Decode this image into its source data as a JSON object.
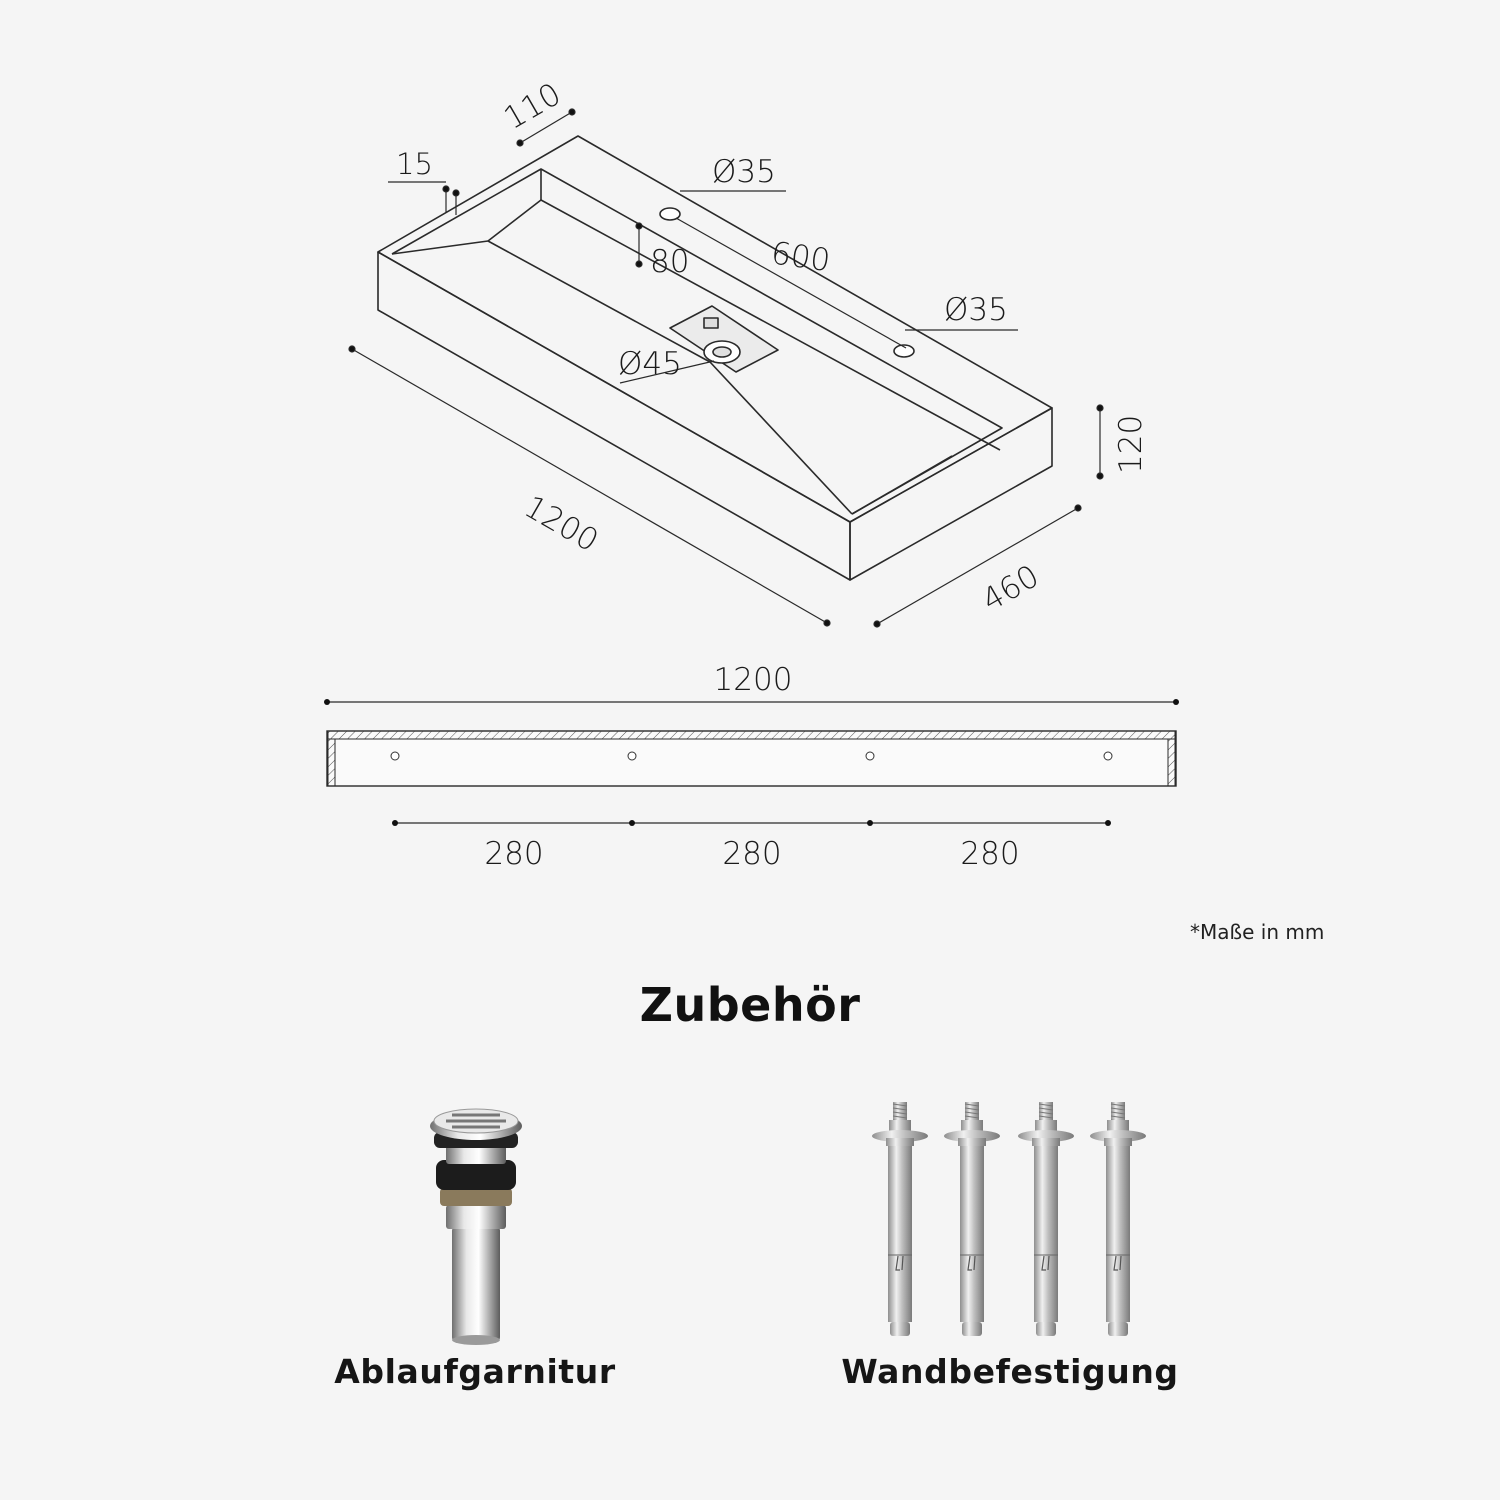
{
  "dimensions": {
    "top_wall_thickness": "110",
    "rim": "15",
    "tap_hole_1": "Ø35",
    "tap_hole_2": "Ø35",
    "hole_spacing": "600",
    "depth_step": "80",
    "drain": "Ø45",
    "height": "120",
    "length": "1200",
    "width": "460"
  },
  "bracket": {
    "length": "1200",
    "spacings": [
      "280",
      "280",
      "280"
    ]
  },
  "note": "*Maße in mm",
  "accessories": {
    "title": "Zubehör",
    "items": [
      {
        "label": "Ablaufgarnitur",
        "icon": "drain-fitting-icon"
      },
      {
        "label": "Wandbefestigung",
        "icon": "wall-anchor-bolts-icon"
      }
    ]
  },
  "colors": {
    "background": "#f5f5f5",
    "line": "#2a2a2a",
    "steel": "#c9c9c9"
  }
}
